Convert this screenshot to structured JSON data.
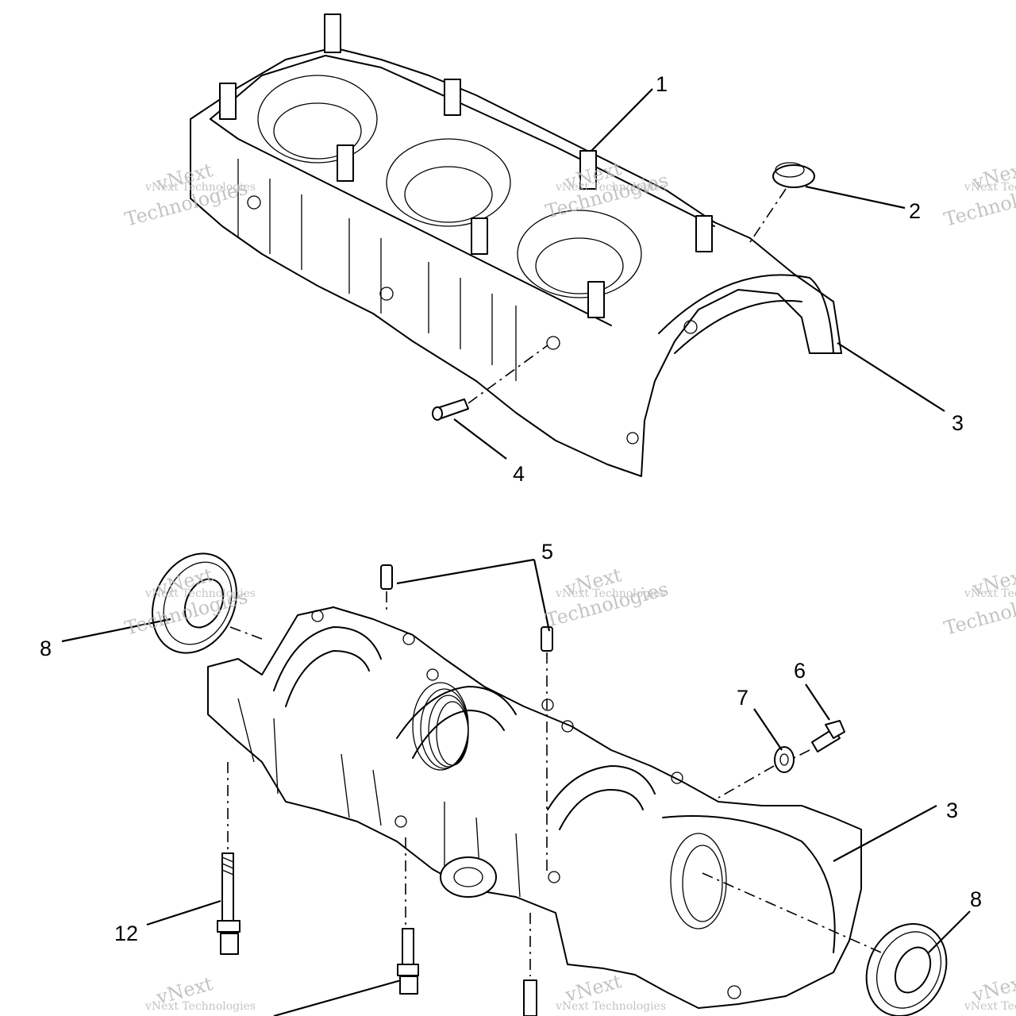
{
  "callouts": {
    "c1": "1",
    "c2": "2",
    "c3_top": "3",
    "c4": "4",
    "c5": "5",
    "c6": "6",
    "c7": "7",
    "c8_left": "8",
    "c3_bottom": "3",
    "c8_right": "8",
    "c12": "12"
  },
  "watermark": {
    "line1": "vNext",
    "line2": "Technologies",
    "small": "vNext Technologies"
  }
}
